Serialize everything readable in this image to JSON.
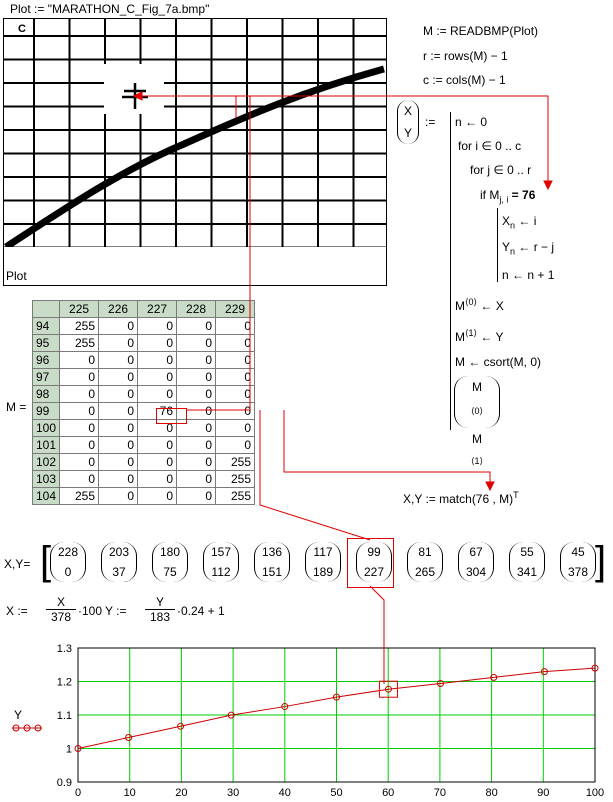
{
  "plot_def": "Plot := \"MARATHON_C_Fig_7a.bmp\"",
  "image": {
    "corner_label": "C",
    "caption": "Plot"
  },
  "defs": {
    "m": "M := READBMP(Plot)",
    "r": "r := rows(M) − 1",
    "c": "c := cols(M) − 1"
  },
  "program": {
    "lhs_x": "X",
    "lhs_y": "Y",
    "assign": ":=",
    "lines": [
      "n ← 0",
      "for  i ∈ 0 .. c",
      "for  j ∈ 0 .. r",
      "if  M",
      "j, i",
      " = 76",
      "X",
      "n",
      " ← i",
      "Y",
      "n",
      " ← r − j",
      "n ← n + 1",
      "M",
      "⟨0⟩",
      " ← X",
      "M",
      "⟨1⟩",
      " ← Y",
      "M ← csort(M, 0)",
      "M",
      "⟨0⟩",
      "M",
      "⟨1⟩"
    ]
  },
  "matrix": {
    "label": "M =",
    "columns": [
      "225",
      "226",
      "227",
      "228",
      "229"
    ],
    "rows": [
      {
        "index": "94",
        "values": [
          "255",
          "0",
          "0",
          "0",
          "0"
        ]
      },
      {
        "index": "95",
        "values": [
          "255",
          "0",
          "0",
          "0",
          "0"
        ]
      },
      {
        "index": "96",
        "values": [
          "0",
          "0",
          "0",
          "0",
          "0"
        ]
      },
      {
        "index": "97",
        "values": [
          "0",
          "0",
          "0",
          "0",
          "0"
        ]
      },
      {
        "index": "98",
        "values": [
          "0",
          "0",
          "0",
          "0",
          "0"
        ]
      },
      {
        "index": "99",
        "values": [
          "0",
          "0",
          "76",
          "0",
          "0"
        ]
      },
      {
        "index": "100",
        "values": [
          "0",
          "0",
          "0",
          "0",
          "0"
        ]
      },
      {
        "index": "101",
        "values": [
          "0",
          "0",
          "0",
          "0",
          "0"
        ]
      },
      {
        "index": "102",
        "values": [
          "0",
          "0",
          "0",
          "0",
          "255"
        ]
      },
      {
        "index": "103",
        "values": [
          "0",
          "0",
          "0",
          "0",
          "255"
        ]
      },
      {
        "index": "104",
        "values": [
          "255",
          "0",
          "0",
          "0",
          "255"
        ]
      }
    ]
  },
  "match": {
    "text": "X,Y := match(76 , M)",
    "sup": "T"
  },
  "vectors": {
    "label": "X,Y=",
    "items": [
      {
        "x": "228",
        "y": "0"
      },
      {
        "x": "203",
        "y": "37"
      },
      {
        "x": "180",
        "y": "75"
      },
      {
        "x": "157",
        "y": "112"
      },
      {
        "x": "136",
        "y": "151"
      },
      {
        "x": "117",
        "y": "189"
      },
      {
        "x": "99",
        "y": "227"
      },
      {
        "x": "81",
        "y": "265"
      },
      {
        "x": "67",
        "y": "304"
      },
      {
        "x": "55",
        "y": "341"
      },
      {
        "x": "45",
        "y": "378"
      }
    ]
  },
  "formulas": {
    "x_lhs": "X :=",
    "x_num": "X",
    "x_den": "378",
    "x_tail": "·100",
    "y_lhs": "Y :=",
    "y_num": "Y",
    "y_den": "183",
    "y_tail": "·0.24 + 1"
  },
  "chart_data": {
    "type": "line",
    "ylabel": "Y",
    "x": [
      0,
      9.79,
      19.84,
      29.63,
      40.0,
      50.0,
      60.05,
      70.11,
      80.42,
      90.21,
      100
    ],
    "y": [
      1.0,
      1.0328,
      1.0663,
      1.0996,
      1.1252,
      1.1534,
      1.177,
      1.1941,
      1.2124,
      1.2295,
      1.24
    ],
    "xlim": [
      0,
      100
    ],
    "ylim": [
      0.9,
      1.3
    ],
    "xticks": [
      "0",
      "10",
      "20",
      "30",
      "40",
      "50",
      "60",
      "70",
      "80",
      "90",
      "100"
    ],
    "yticks": [
      "0.9",
      "1",
      "1.1",
      "1.2",
      "1.3"
    ],
    "grid": true,
    "line_color": "#cc0000",
    "grid_color": "#00cc00"
  },
  "colors": {
    "accent": "#e00000",
    "table_header": "#c8dcc8"
  }
}
